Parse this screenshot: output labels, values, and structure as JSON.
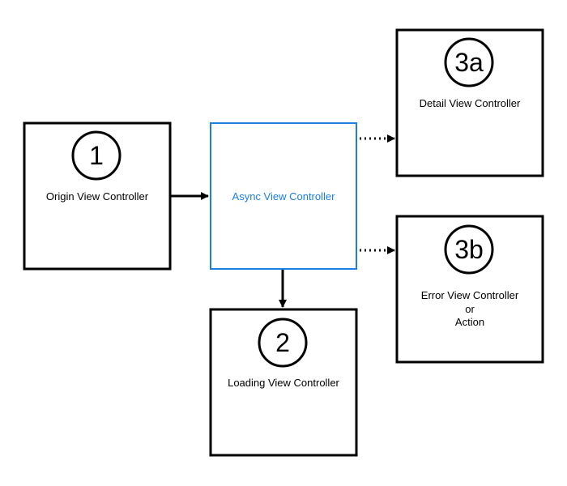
{
  "colors": {
    "stroke": "#000000",
    "accent": "#1a7fe0",
    "background": "#ffffff"
  },
  "nodes": {
    "origin": {
      "step": "1",
      "label": "Origin View Controller"
    },
    "async": {
      "label": "Async View Controller"
    },
    "loading": {
      "step": "2",
      "label": "Loading View Controller"
    },
    "detail": {
      "step": "3a",
      "label": "Detail View Controller"
    },
    "error": {
      "step": "3b",
      "label_lines": [
        "Error View Controller",
        "or",
        "Action"
      ]
    }
  },
  "edges": [
    {
      "from": "origin",
      "to": "async",
      "style": "solid"
    },
    {
      "from": "async",
      "to": "loading",
      "style": "solid"
    },
    {
      "from": "async",
      "to": "detail",
      "style": "dotted"
    },
    {
      "from": "async",
      "to": "error",
      "style": "dotted"
    }
  ]
}
